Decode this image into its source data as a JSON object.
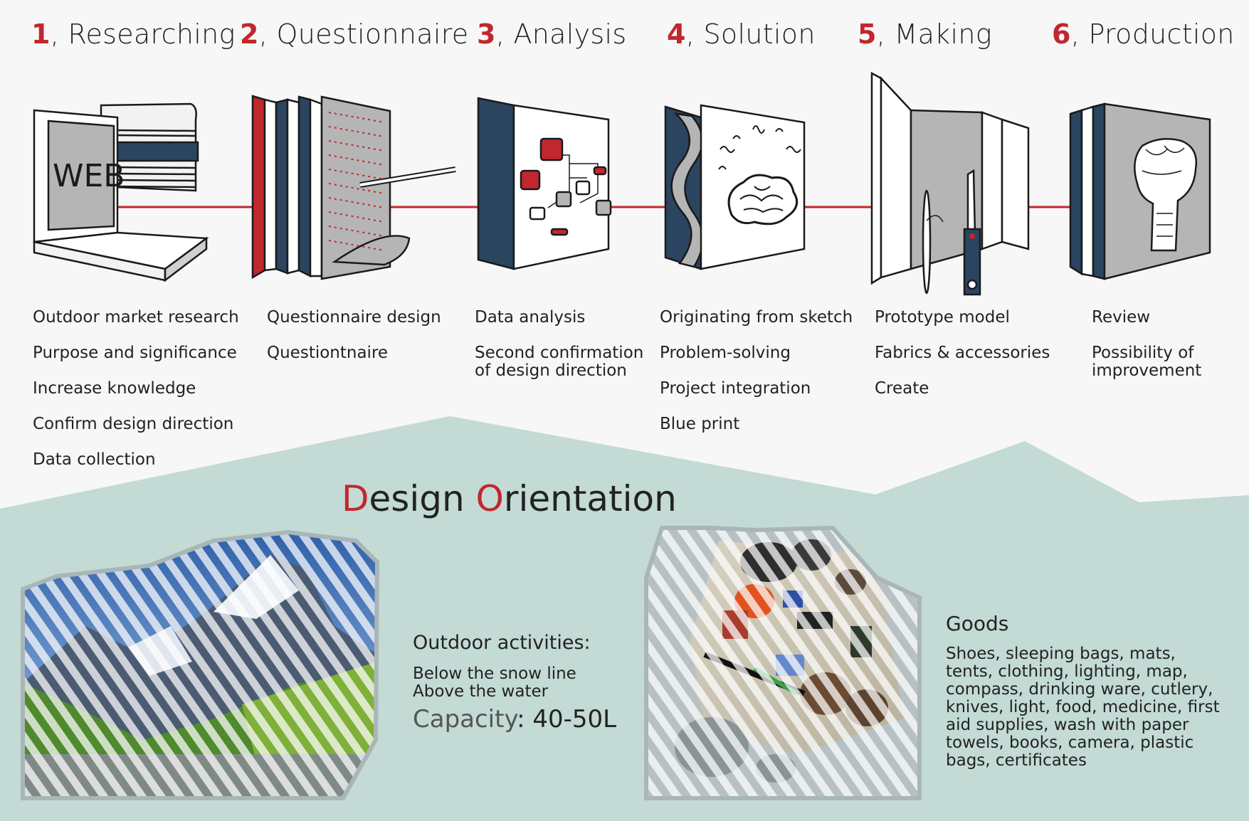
{
  "steps": [
    {
      "num": "1",
      "title": ", Researching",
      "items": [
        "Outdoor market research",
        "Purpose and significance",
        "Increase knowledge",
        "Confirm design direction",
        "Data collection"
      ],
      "icon_label": "WEB"
    },
    {
      "num": "2",
      "title": ", Questionnaire",
      "items": [
        "Questionnaire design",
        "Questiontnaire"
      ]
    },
    {
      "num": "3",
      "title": ", Analysis",
      "items": [
        "Data analysis",
        "Second confirmation\nof design direction"
      ]
    },
    {
      "num": "4",
      "title": ", Solution",
      "items": [
        "Originating from sketch",
        "Problem-solving",
        "Project integration",
        "Blue print"
      ]
    },
    {
      "num": "5",
      "title": ", Making",
      "items": [
        "Prototype model",
        "Fabrics & accessories",
        "Create"
      ]
    },
    {
      "num": "6",
      "title": ", Production",
      "items": [
        "Review",
        "Possibility of\nimprovement"
      ]
    }
  ],
  "design": {
    "cap1": "D",
    "rest1": "esign ",
    "cap2": "O",
    "rest2": "rientation"
  },
  "activities": {
    "heading": "Outdoor activities:",
    "lines": [
      "Below the snow line",
      "Above the water"
    ],
    "capacity_label": "Capacity",
    "capacity_value": ": 40-50L"
  },
  "goods": {
    "heading": "Goods",
    "text": "Shoes, sleeping bags, mats, tents, clothing, lighting, map, compass, drinking ware, cutlery, knives, light, food, medicine, first aid supplies, wash with paper towels, books, camera, plastic bags, certificates"
  },
  "colors": {
    "accent": "#c1272d",
    "navy": "#2b4560",
    "grey": "#b5b5b5",
    "mint": "#c3dad5",
    "background": "#f7f7f7"
  }
}
